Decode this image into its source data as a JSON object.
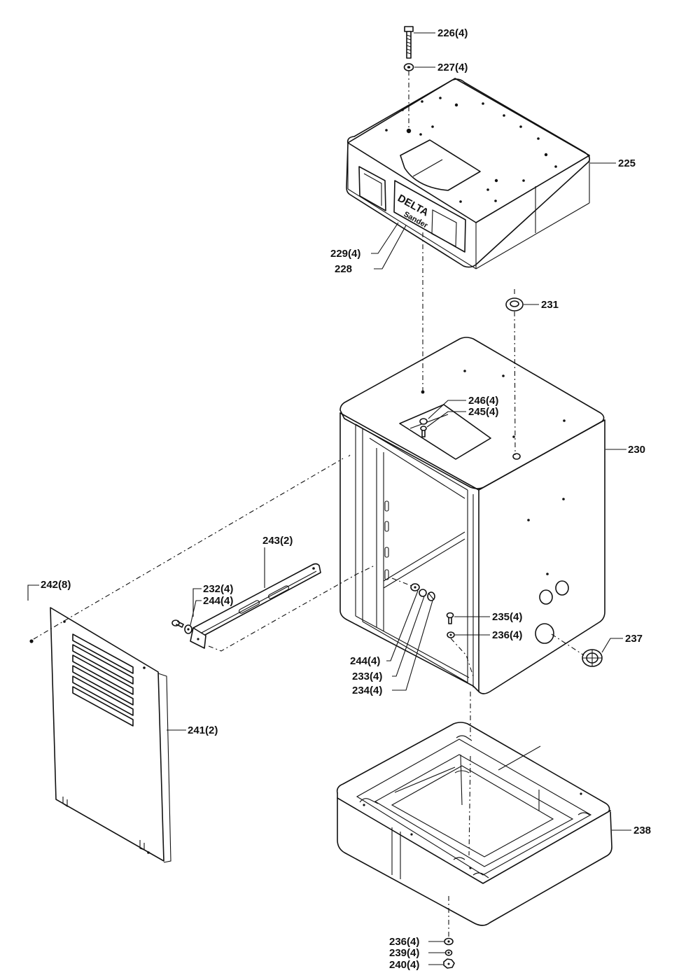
{
  "nameplate": {
    "brand": "DELTA",
    "model": "Sander"
  },
  "labels": {
    "p225": "225",
    "p226": "226(4)",
    "p227": "227(4)",
    "p228": "228",
    "p229": "229(4)",
    "p230": "230",
    "p231": "231",
    "p232": "232(4)",
    "p233": "233(4)",
    "p234": "234(4)",
    "p235": "235(4)",
    "p236a": "236(4)",
    "p236b": "236(4)",
    "p237": "237",
    "p238": "238",
    "p239": "239(4)",
    "p240": "240(4)",
    "p241": "241(2)",
    "p242": "242(8)",
    "p243": "243(2)",
    "p244a": "244(4)",
    "p244b": "244(4)",
    "p245": "245(4)",
    "p246": "246(4)"
  }
}
